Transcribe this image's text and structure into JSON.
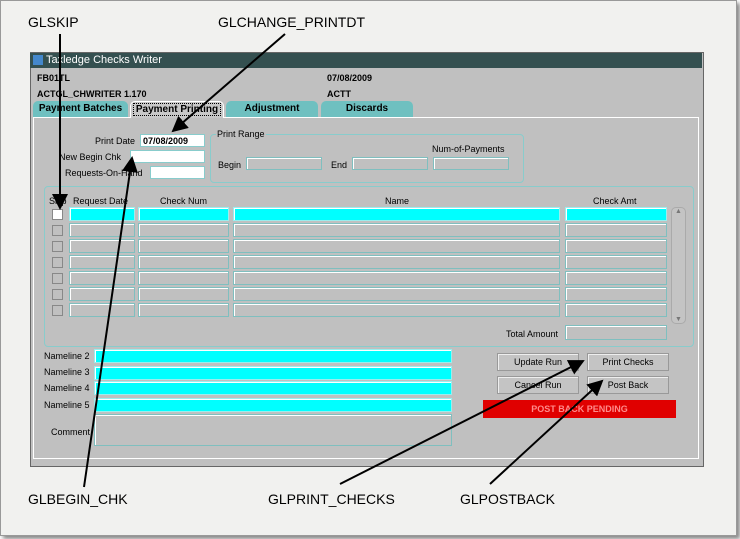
{
  "annotations": {
    "skip": "GLSKIP",
    "change_printdt": "GLCHANGE_PRINTDT",
    "begin_chk": "GLBEGIN_CHK",
    "print_checks": "GLPRINT_CHECKS",
    "postback": "GLPOSTBACK"
  },
  "window": {
    "title": "Taxledge Checks Writer",
    "user": "FB01TL",
    "date": "07/08/2009",
    "form": "ACTGL_CHWRITER 1.170",
    "env": "ACTT"
  },
  "tabs": [
    {
      "label": "Payment Batches"
    },
    {
      "label": "Payment Printing"
    },
    {
      "label": "Adjustment"
    },
    {
      "label": "Discards"
    }
  ],
  "form": {
    "print_date_label": "Print Date",
    "print_date_value": "07/08/2009",
    "new_begin_chk_label": "New Begin Chk",
    "requests_on_hand_label": "Requests-On-Hand",
    "print_range": {
      "title": "Print Range",
      "begin_label": "Begin",
      "end_label": "End",
      "num_payments_label": "Num-of-Payments"
    }
  },
  "grid": {
    "columns": [
      "Skip",
      "Request Date",
      "Check Num",
      "Name",
      "Check Amt"
    ],
    "row_count": 7,
    "total_label": "Total Amount"
  },
  "namelines": {
    "n2": "Nameline 2",
    "n3": "Nameline 3",
    "n4": "Nameline 4",
    "n5": "Nameline 5",
    "comment": "Comment"
  },
  "buttons": {
    "update_run": "Update Run",
    "print_checks": "Print Checks",
    "cancel_run": "Cancel Run",
    "post_back": "Post Back"
  },
  "status": {
    "text": "POST BACK PENDING",
    "color": "#e00000",
    "text_color": "#ff8080"
  }
}
